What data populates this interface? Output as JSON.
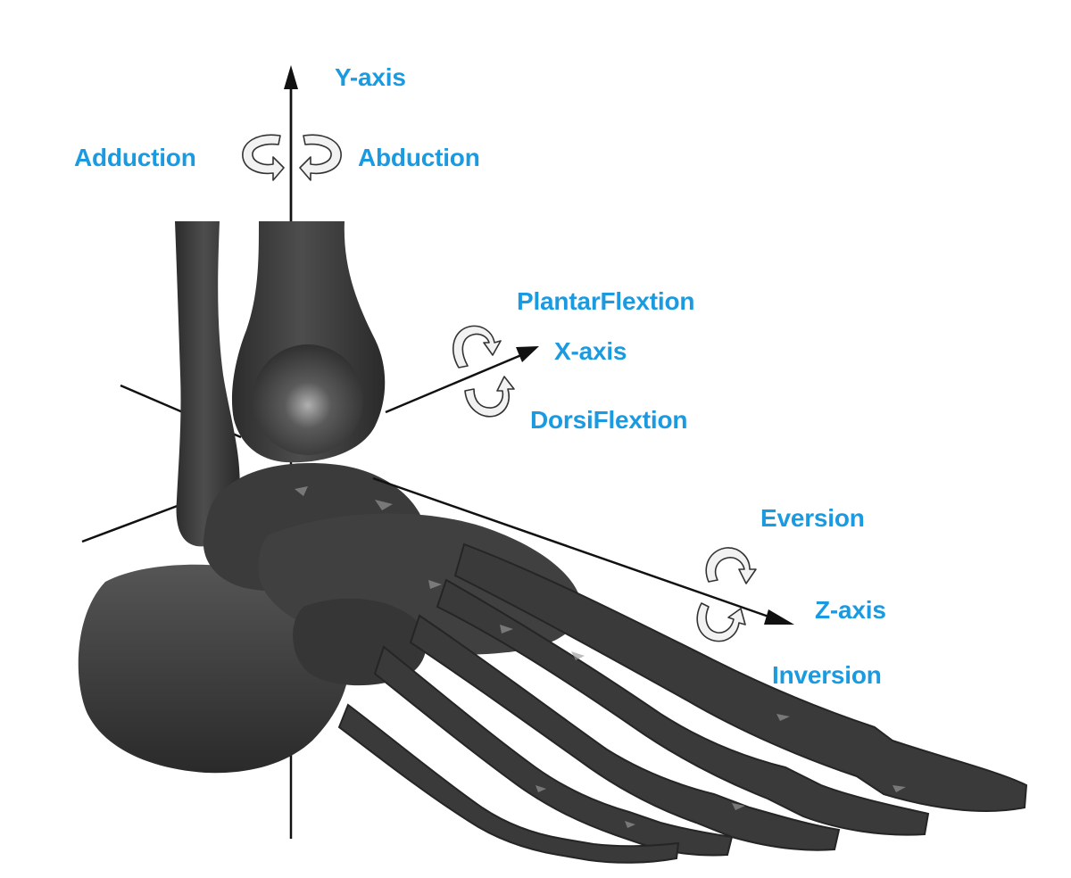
{
  "colors": {
    "label": "#1a9ae0",
    "bone": "#3a3a3a",
    "bone_dark": "#222222",
    "bone_highlight": "#8a8a8a",
    "axis": "#111111",
    "rotation_arrow_fill": "#f2f2f2"
  },
  "labels": {
    "y_axis": "Y-axis",
    "x_axis": "X-axis",
    "z_axis": "Z-axis",
    "adduction": "Adduction",
    "abduction": "Abduction",
    "plantar_flexion": "PlantarFlextion",
    "dorsi_flexion": "DorsiFlextion",
    "eversion": "Eversion",
    "inversion": "Inversion"
  },
  "icons": {
    "rotation": "curved-rotation-arrow-icon",
    "axis_head": "arrowhead-icon"
  }
}
